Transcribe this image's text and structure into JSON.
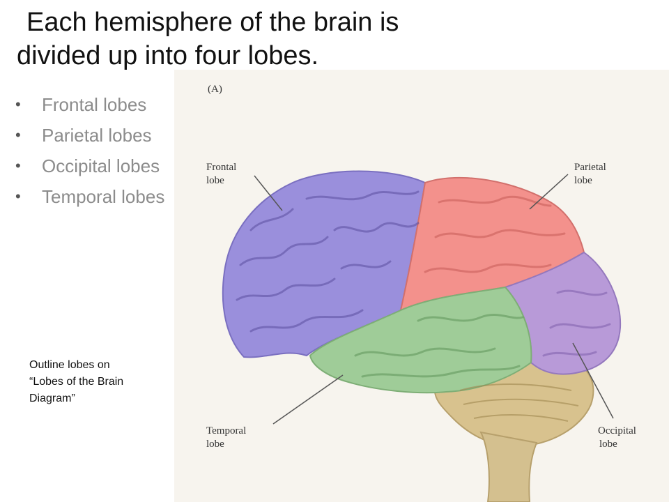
{
  "slide": {
    "title_line1": "Each hemisphere of the brain is",
    "title_line2": "divided up into four lobes.",
    "bullets": [
      "Frontal lobes",
      "Parietal lobes",
      "Occipital lobes",
      "Temporal lobes"
    ],
    "note_line1": "Outline lobes on",
    "note_line2": "“Lobes of the Brain",
    "note_line3": "Diagram”"
  },
  "figure": {
    "tag": "(A)",
    "labels": {
      "frontal_1": "Frontal",
      "frontal_2": "lobe",
      "parietal_1": "Parietal",
      "parietal_2": "lobe",
      "temporal_1": "Temporal",
      "temporal_2": "lobe",
      "occipital_1": "Occipital",
      "occipital_2": "lobe"
    }
  },
  "colors": {
    "frontal": "#9a8fdc",
    "parietal": "#f3918c",
    "temporal": "#9fcc98",
    "occipital": "#b89ad8",
    "cerebellum": "#d8c28e",
    "background_panel": "#f7f4ee"
  }
}
